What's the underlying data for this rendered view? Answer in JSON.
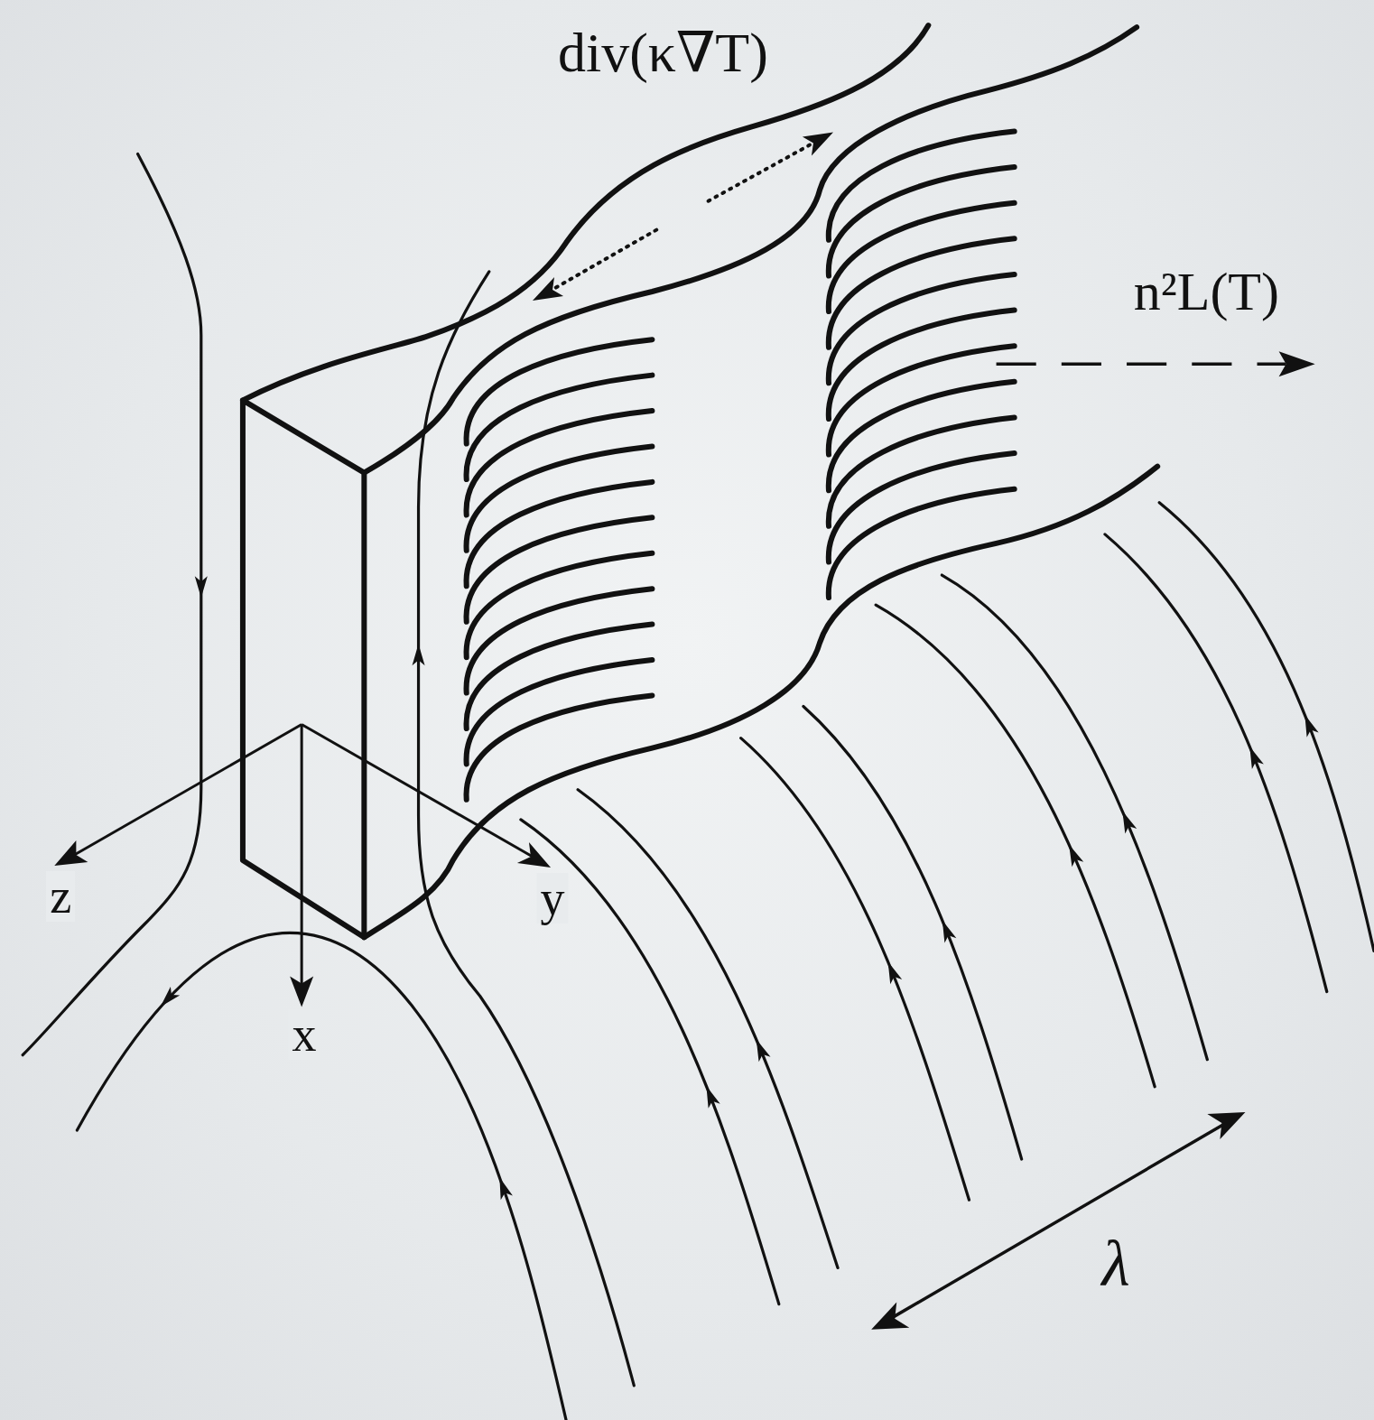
{
  "diagram": {
    "labels": [
      "div(κ∇T)",
      "n²L(T)",
      "z",
      "y",
      "x",
      "λ"
    ]
  }
}
